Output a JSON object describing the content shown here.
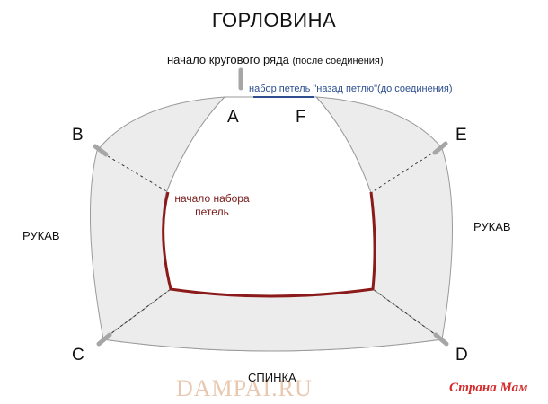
{
  "diagram": {
    "title": "ГОРЛОВИНА",
    "start_label": "начало кругового ряда",
    "start_note": "(после соединения)",
    "cast_on_label": "набор петель \"назад петлю\"(до соединения)",
    "cast_start_label": "начало набора петель",
    "points": {
      "a": "A",
      "f": "F",
      "b": "B",
      "e": "E",
      "c": "C",
      "d": "D"
    },
    "sleeve_left": "РУКАВ",
    "sleeve_right": "РУКАВ",
    "back_label": "СПИНКА",
    "colors": {
      "fill": "#ececec",
      "outline": "#9a9a9a",
      "neck_line": "#8b1a1a",
      "cast_line": "#2d4f8f",
      "marker": "#a6a6a6"
    }
  },
  "watermarks": {
    "left": "DAMPAI.RU",
    "right": "Страна Мам"
  }
}
